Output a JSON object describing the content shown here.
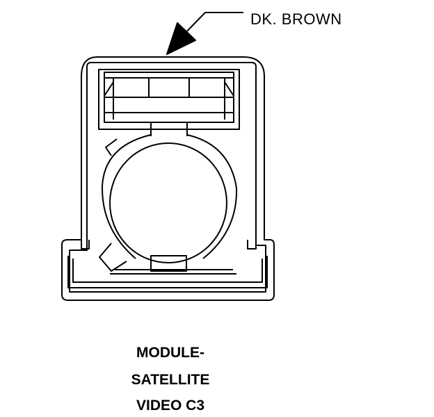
{
  "callout": {
    "label": "DK. BROWN"
  },
  "title": {
    "lines": [
      "MODULE-",
      "SATELLITE",
      "VIDEO C3"
    ]
  },
  "colors": {
    "stroke": "#000000",
    "background": "#ffffff"
  }
}
